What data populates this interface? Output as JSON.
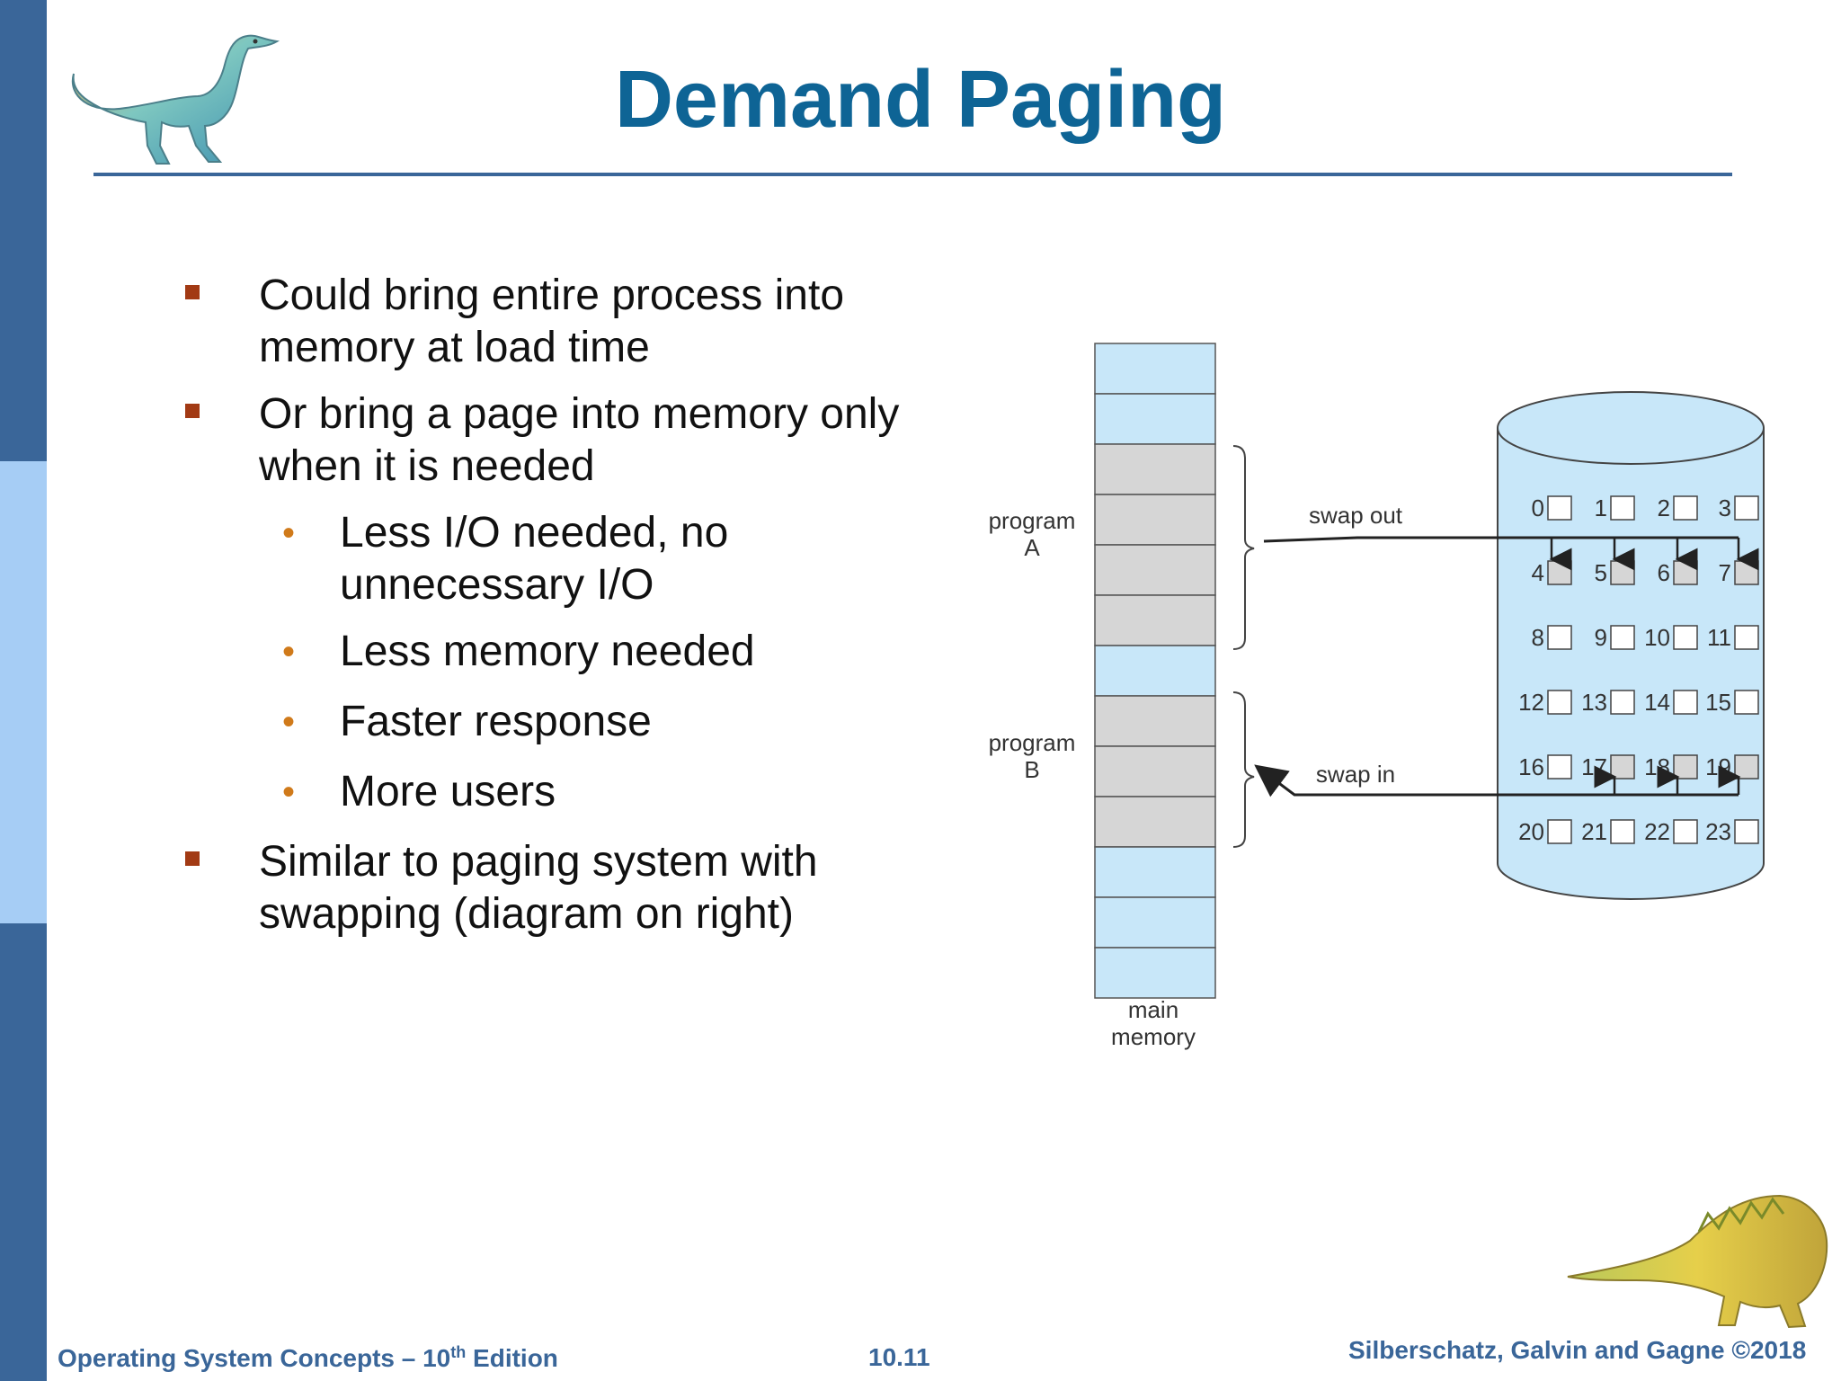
{
  "slide": {
    "title": "Demand Paging",
    "page_number": "10.11"
  },
  "bullets": [
    {
      "level": 1,
      "text": "Could bring entire process into memory at load time",
      "lines": [
        "Could bring entire process into",
        "memory at load time"
      ]
    },
    {
      "level": 1,
      "text": "Or bring a page into memory only when it is needed",
      "lines": [
        "Or bring a page into memory only",
        "when it is needed"
      ]
    },
    {
      "level": 2,
      "lines": [
        "Less I/O needed, no",
        "unnecessary I/O"
      ]
    },
    {
      "level": 2,
      "lines": [
        "Less memory needed"
      ]
    },
    {
      "level": 2,
      "lines": [
        "Faster response"
      ]
    },
    {
      "level": 2,
      "lines": [
        "More users"
      ]
    },
    {
      "level": 1,
      "lines": [
        "Similar to paging system with",
        "swapping (diagram on right)"
      ]
    }
  ],
  "diagram": {
    "program_a_label": [
      "program",
      "A"
    ],
    "program_b_label": [
      "program",
      "B"
    ],
    "main_memory_label": [
      "main",
      "memory"
    ],
    "swap_out_label": "swap out",
    "swap_in_label": "swap in",
    "disk_pages": [
      "0",
      "1",
      "2",
      "3",
      "4",
      "5",
      "6",
      "7",
      "8",
      "9",
      "10",
      "11",
      "12",
      "13",
      "14",
      "15",
      "16",
      "17",
      "18",
      "19",
      "20",
      "21",
      "22",
      "23"
    ],
    "shaded_disk_pages": [
      "4",
      "5",
      "6",
      "7",
      "17",
      "18",
      "19"
    ],
    "colors": {
      "memory_free": "#c8e7f9",
      "memory_used": "#d6d6d6",
      "disk": "#c8e7f9"
    }
  },
  "footer": {
    "left_prefix": "Operating System Concepts – 10",
    "left_sup": "th",
    "left_suffix": " Edition",
    "right": "Silberschatz, Galvin and Gagne ©2018"
  }
}
